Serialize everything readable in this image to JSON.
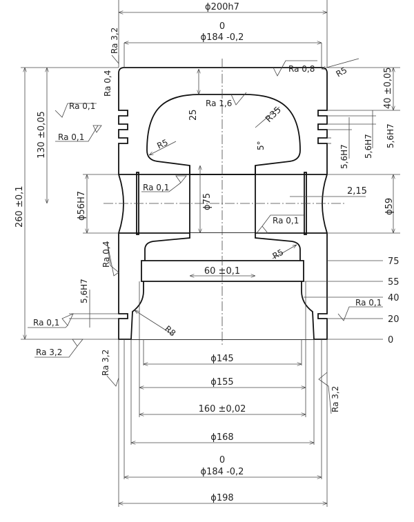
{
  "title": "Piston technical drawing",
  "labels": {
    "top_outer_dia": "ϕ200h7",
    "top_tol_upper": "0",
    "top_inner_dia": "ϕ184 -0,2",
    "ra_top_left": "Ra 3,2",
    "ra_top": "Ra 0,8",
    "r_top_corner": "R5",
    "ra_groove_side": "Ra 0,4",
    "ra_groove_1": "Ra 0,1",
    "ra_groove_2": "Ra 0,1",
    "dim_130": "130 ±0,05",
    "dim_260": "260 ±0,1",
    "dim_25": "25",
    "ra_crown": "Ra 1,6",
    "r35": "R35",
    "r5_inner": "R5",
    "angle_5": "5°",
    "dim_40": "40 ±0,05",
    "groove_a": "5,6H7",
    "groove_b": "5,6H7",
    "groove_c": "5,6H7",
    "dim_215": "2,15",
    "dia_59": "ϕ59",
    "dia_56h7": "ϕ56H7",
    "ra_bore_left": "Ra 0,1",
    "dia_75": "ϕ75",
    "ra_bore_right": "Ra 0,1",
    "ra_skirt": "Ra 0,4",
    "r5_lower": "R5",
    "dim_60": "60 ±0,1",
    "groove_low": "5,6H7",
    "ra_low_left": "Ra 0,1",
    "r8": "R8",
    "ra_low_right": "Ra 0,1",
    "lvl_75": "75",
    "lvl_55": "55",
    "lvl_40": "40",
    "lvl_20": "20",
    "lvl_0": "0",
    "ra_bottom": "Ra 3,2",
    "ra_skirt_left": "Ra 3,2",
    "ra_skirt_right": "Ra 3,2",
    "dia_145": "ϕ145",
    "dia_155": "ϕ155",
    "dim_160": "160 ±0,02",
    "dia_168": "ϕ168",
    "bot_tol_upper": "0",
    "bot_dia_184": "ϕ184 -0,2",
    "dia_198": "ϕ198"
  }
}
